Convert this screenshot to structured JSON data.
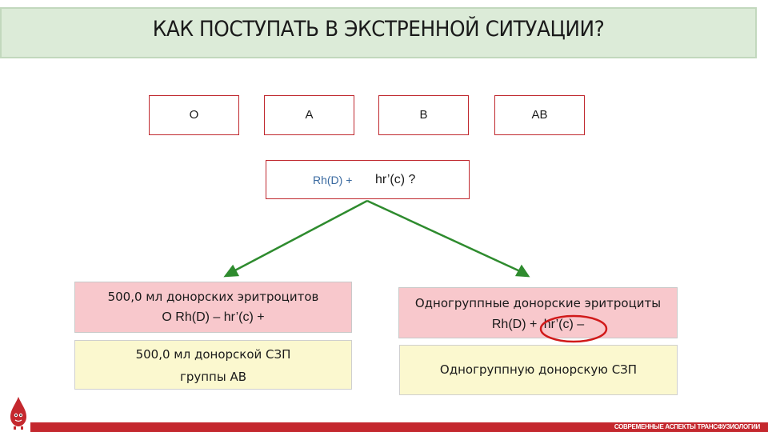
{
  "header": {
    "title": "КАК ПОСТУПАТЬ В ЭКСТРЕННОЙ СИТУАЦИИ?"
  },
  "blood_groups": [
    "O",
    "A",
    "B",
    "AB"
  ],
  "rh_box": {
    "rh_label": "Rh(D) +",
    "hr_label": "hr’(c) ?"
  },
  "left_option": {
    "erythrocytes_line1": "500,0 мл донорских эритроцитов",
    "erythrocytes_line2": "O Rh(D) – hr’(c) +",
    "plasma_line1": "500,0 мл донорской СЗП",
    "plasma_line2": "группы AB"
  },
  "right_option": {
    "erythrocytes_line1": "Одногруппные донорские эритроциты",
    "erythrocytes_rh": "Rh(D) +",
    "erythrocytes_hr": "hr’(c) –",
    "plasma_line1": "Одногруппную донорскую СЗП"
  },
  "footer": {
    "text": "СОВРЕМЕННЫЕ АСПЕКТЫ ТРАНСФУЗИОЛОГИИ"
  },
  "colors": {
    "accent_red": "#c0282e",
    "arrow_green": "#2e8b2e",
    "header_green": "#dcebd8"
  },
  "icons": [
    "blood-drop-mascot-icon"
  ]
}
